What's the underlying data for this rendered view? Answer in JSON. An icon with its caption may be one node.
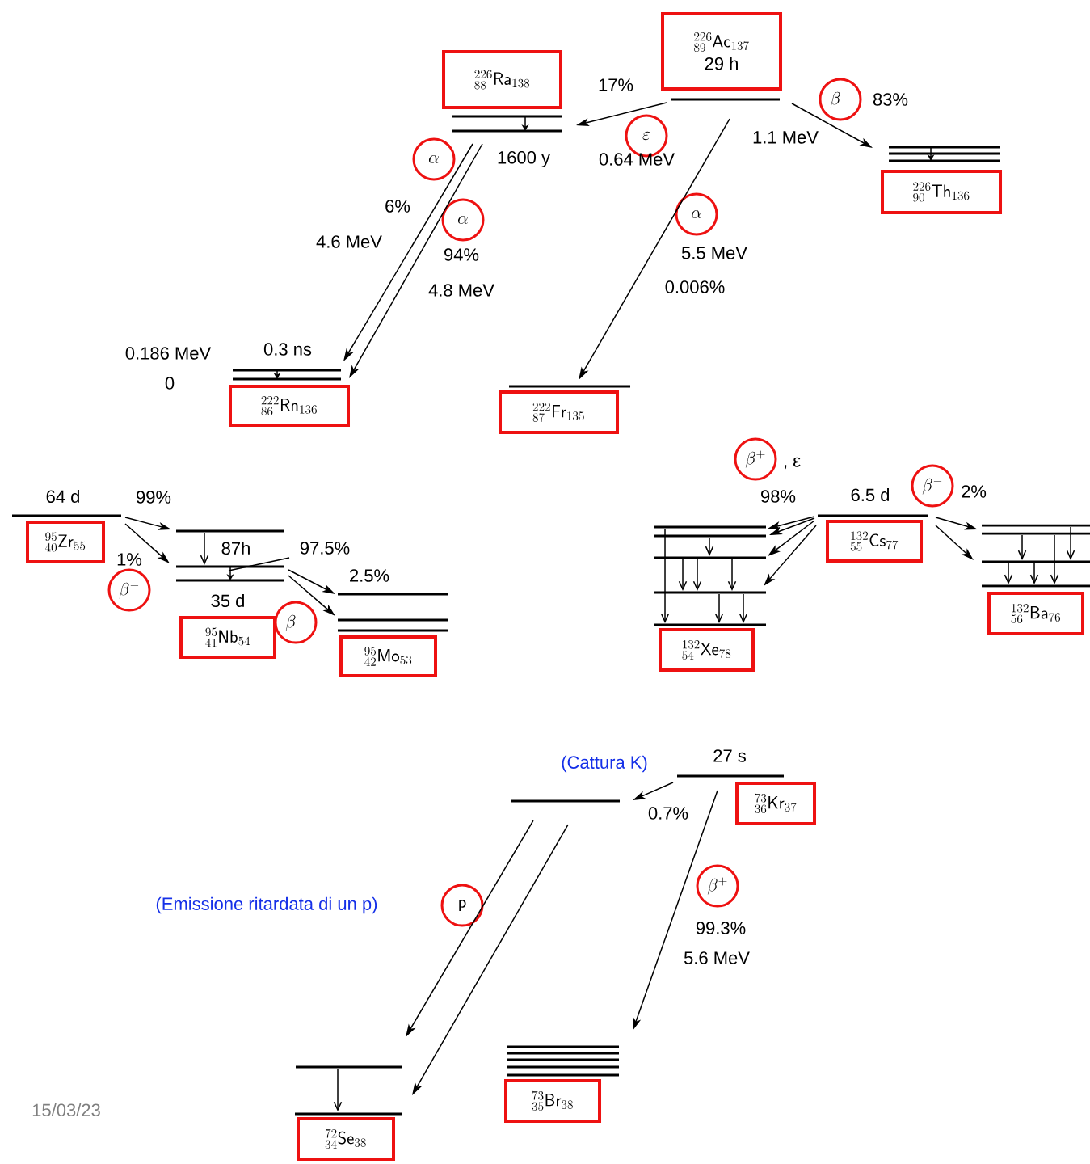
{
  "diagram": {
    "nodes": [
      {
        "text": [
          "{}^{226}_{89}\\mathsf{Ac}_{137}",
          "29 h"
        ]
      },
      {
        "text": [],
        "shape": "bar"
      },
      {
        "text": [
          "{}^{226}_{88}\\mathsf{Ra}_{138}"
        ]
      },
      {
        "text": [],
        "shape": "bar"
      },
      {
        "text": [
          "\\varepsilon"
        ]
      },
      {
        "text": [
          "\\beta^{-}"
        ]
      },
      {
        "text": [],
        "shape": "bar"
      },
      {
        "text": [
          "{}^{226}_{90}\\mathsf{Th}_{136}"
        ]
      },
      {
        "text": [
          "\\alpha"
        ]
      },
      {
        "text": [
          "\\alpha"
        ]
      },
      {
        "text": [
          "\\alpha"
        ]
      },
      {
        "text": [],
        "shape": "bar"
      },
      {
        "text": [
          "{}^{222}_{86}\\mathsf{Rn}_{136}"
        ]
      },
      {
        "text": [],
        "shape": "bar"
      },
      {
        "text": [
          "{}^{222}_{87}\\mathsf{Fr}_{135}"
        ]
      },
      {
        "text": [],
        "shape": "bar"
      },
      {
        "text": [
          "{}^{95}_{40}\\mathsf{Zr}_{55}"
        ]
      },
      {
        "text": [],
        "shape": "bar"
      },
      {
        "text": [
          "\\beta^{-}"
        ]
      },
      {
        "text": [
          "{}^{95}_{41}\\mathsf{Nb}_{54}"
        ]
      },
      {
        "text": [
          "\\beta^{-}"
        ]
      },
      {
        "text": [],
        "shape": "bar"
      },
      {
        "text": [
          "{}^{95}_{42}\\mathsf{Mo}_{53}"
        ]
      },
      {
        "text": [
          "\\beta^{+}"
        ]
      },
      {
        "text": [],
        "shape": "bar"
      },
      {
        "text": [],
        "shape": "bar"
      },
      {
        "text": [
          "{}^{132}_{55}\\mathsf{Cs}_{77}"
        ]
      },
      {
        "text": [
          "\\beta^{-}"
        ]
      },
      {
        "text": [],
        "shape": "bar"
      },
      {
        "text": [
          "{}^{132}_{54}\\mathsf{Xe}_{78}"
        ]
      },
      {
        "text": [
          "{}^{132}_{56}\\mathsf{Ba}_{76}"
        ]
      },
      {
        "text": [],
        "shape": "bar"
      },
      {
        "text": [
          "{}^{73}_{36}\\mathsf{Kr}_{37}"
        ]
      },
      {
        "text": [],
        "shape": "bar"
      },
      {
        "text": [
          "\\beta^{+}"
        ]
      },
      {
        "text": [
          "\\mathsf{p}"
        ]
      },
      {
        "text": [],
        "shape": "bar"
      },
      {
        "text": [],
        "shape": "bar"
      },
      {
        "text": [
          "{}^{72}_{34}\\mathsf{Se}_{38}"
        ]
      },
      {
        "text": [
          "{}^{73}_{35}\\mathsf{Br}_{38}"
        ]
      }
    ],
    "edges": [
      {
        "from": 1,
        "to": 3,
        "arrow": "to"
      },
      {
        "from": 1,
        "to": 6,
        "arrow": "to"
      },
      {
        "from": 1,
        "to": 13,
        "arrow": "to"
      },
      {
        "from": 3,
        "to": 11,
        "arrow": "to"
      },
      {
        "from": 3,
        "to": 11,
        "arrow": "to"
      },
      {
        "from": 15,
        "to": 17,
        "arrow": "to"
      },
      {
        "from": 15,
        "to": 17,
        "arrow": "to"
      },
      {
        "from": 17,
        "to": 21,
        "arrow": "to"
      },
      {
        "from": 17,
        "to": 21,
        "arrow": "to"
      },
      {
        "from": 25,
        "to": 24,
        "arrow": "to"
      },
      {
        "from": 25,
        "to": 24,
        "arrow": "to"
      },
      {
        "from": 25,
        "to": 24,
        "arrow": "to"
      },
      {
        "from": 25,
        "to": 24,
        "arrow": "to"
      },
      {
        "from": 25,
        "to": 28,
        "arrow": "to"
      },
      {
        "from": 25,
        "to": 28,
        "arrow": "to"
      },
      {
        "from": 31,
        "to": 33,
        "arrow": "to"
      },
      {
        "from": 31,
        "to": 37,
        "arrow": "to"
      },
      {
        "from": 33,
        "to": 36,
        "arrow": "to"
      },
      {
        "from": 33,
        "to": 36,
        "arrow": "to"
      }
    ],
    "labels": [
      "17%",
      "83%",
      "1.1 MeV",
      "1600 y",
      "0.64 MeV",
      "6%",
      "4.6 MeV",
      "5.5 MeV",
      "94%",
      "0.006%",
      "4.8 MeV",
      "0.3 ns",
      "0.186 MeV",
      "0",
      "64 d",
      "99%",
      "87h",
      "97.5%",
      "1%",
      "2.5%",
      "35 d",
      ", ε",
      "98%",
      "6.5 d",
      "2%",
      "27 s",
      "(Cattura K)",
      "0.7%",
      "(Emissione ritardata di un p)",
      "99.3%",
      "5.6 MeV",
      "15/03/23"
    ]
  }
}
